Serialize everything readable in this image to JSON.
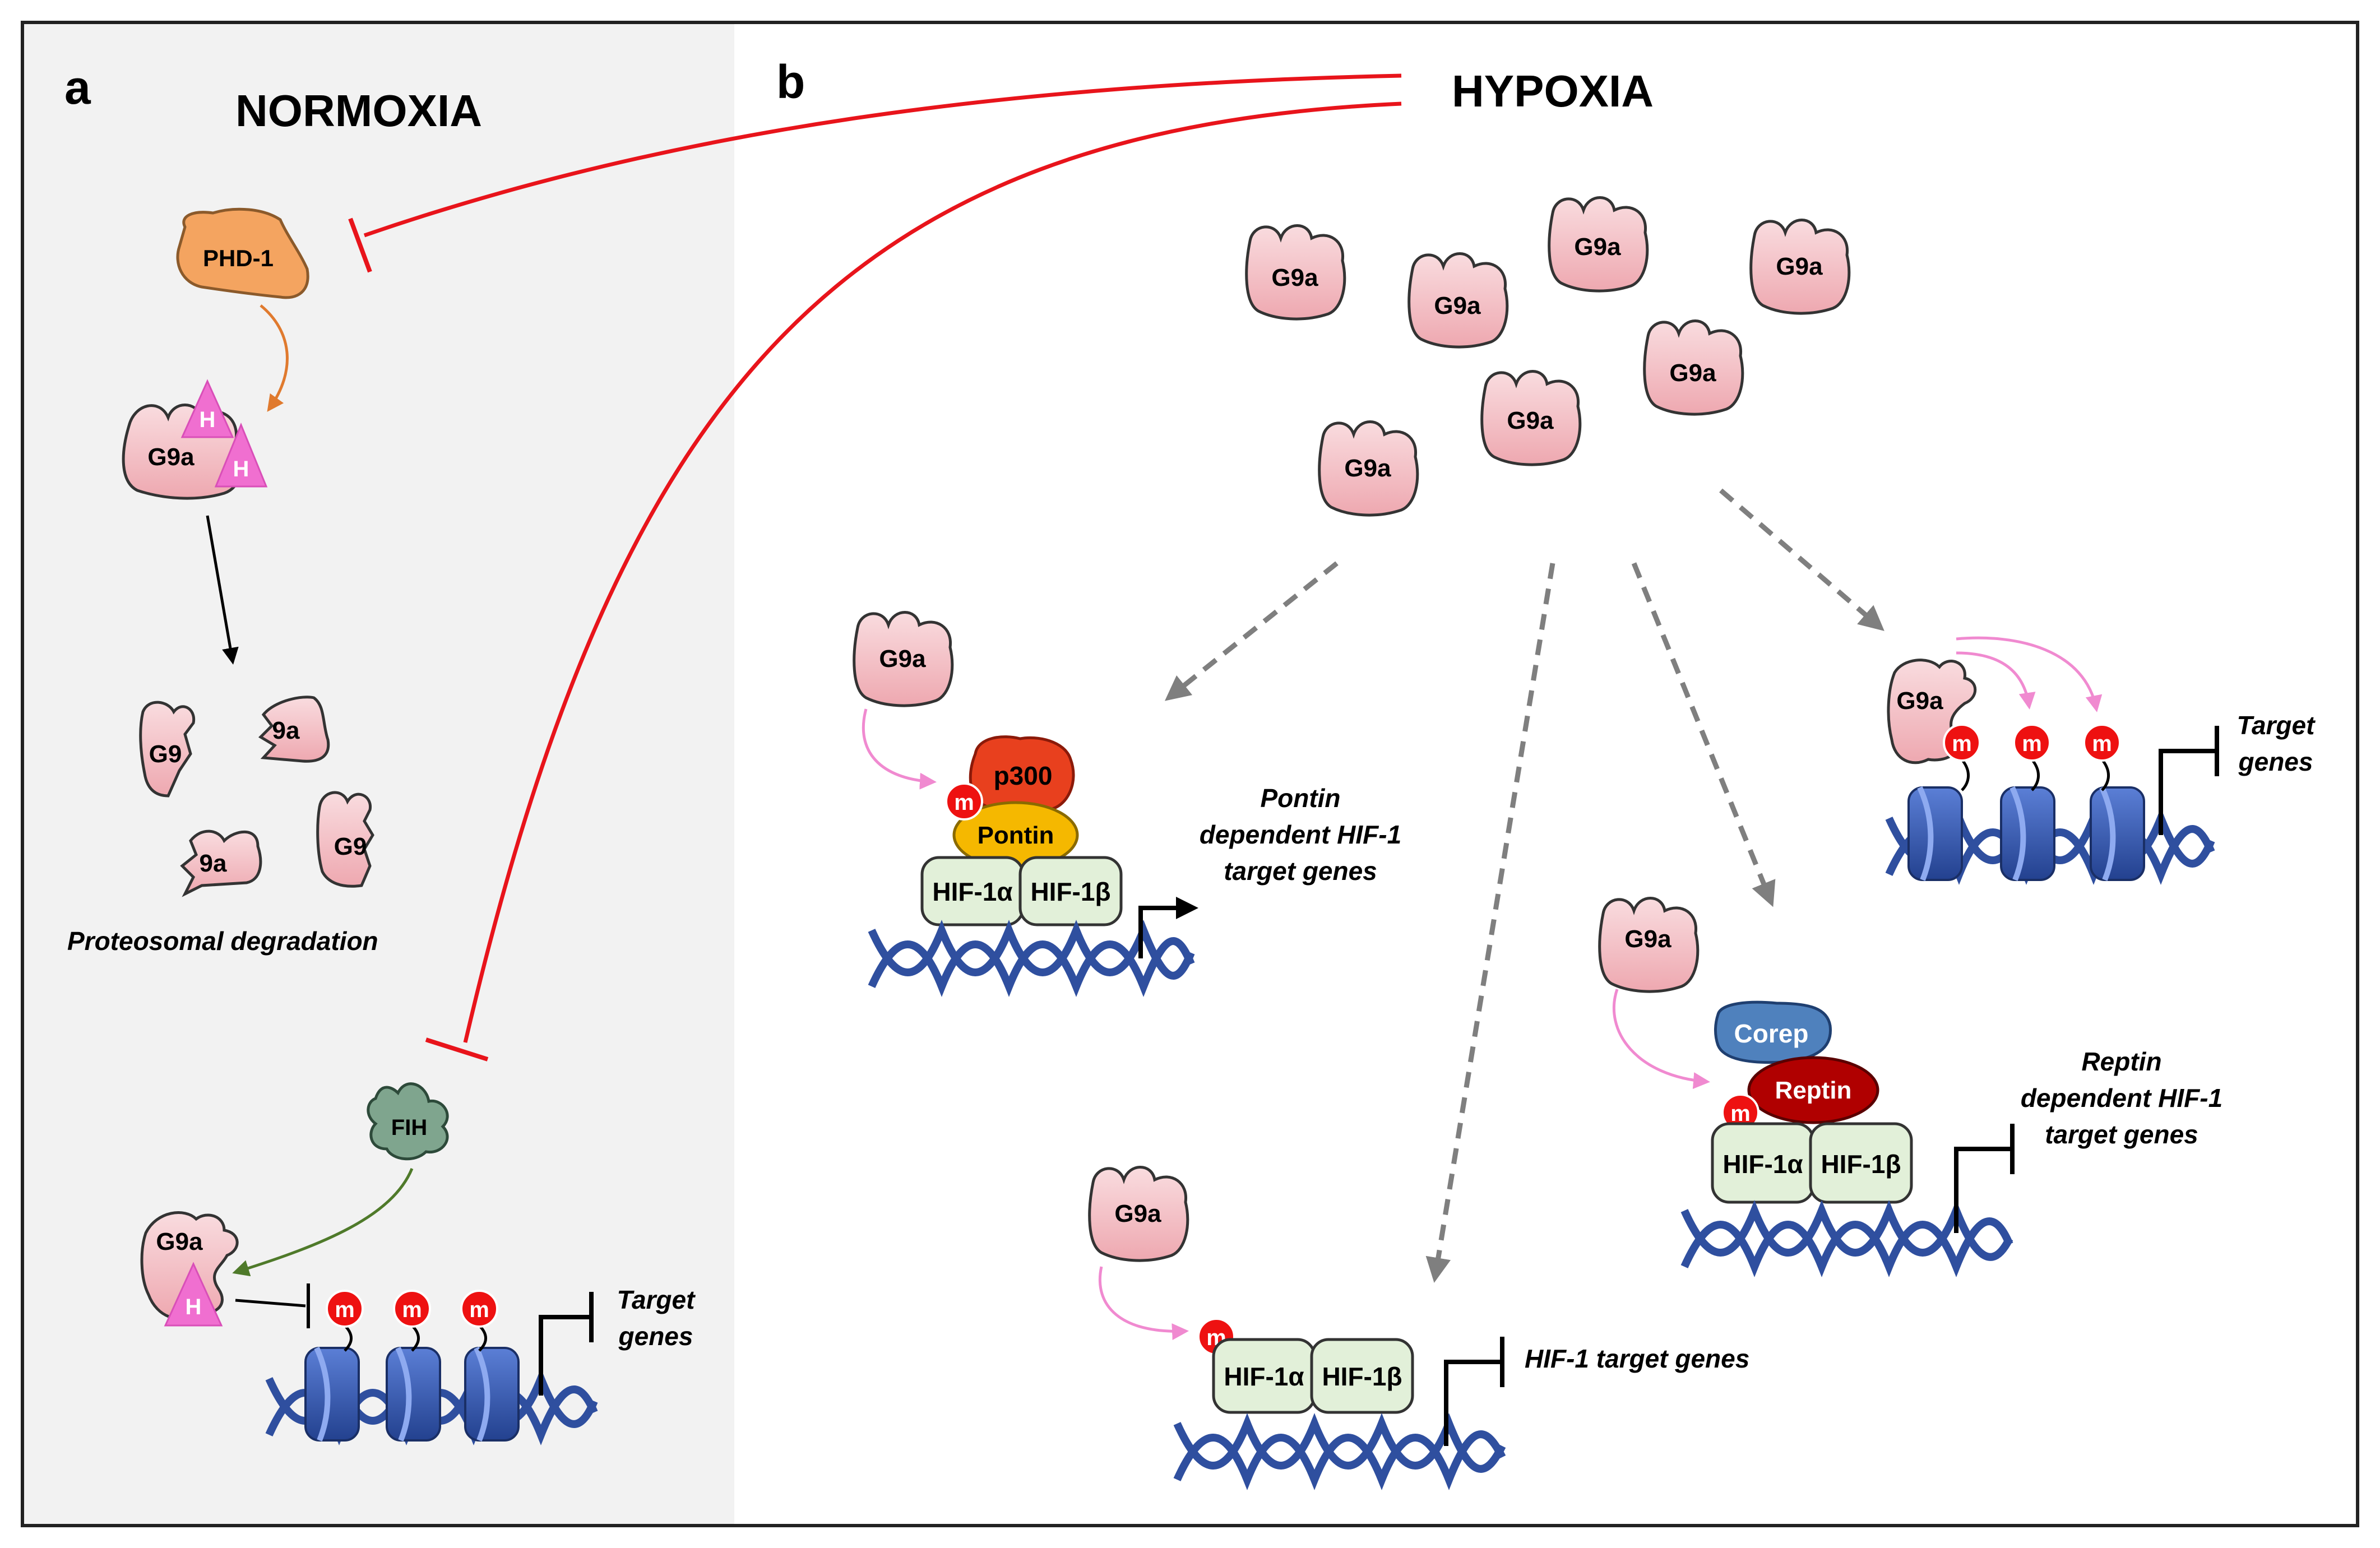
{
  "panel_a": {
    "letter": "a",
    "title": "NORMOXIA",
    "phd1_label": "PHD-1",
    "g9a_label": "G9a",
    "hydroxyl_label": "H",
    "fragment_labels": [
      "G9",
      "9a",
      "9a",
      "G9"
    ],
    "degradation_label": "Proteosomal degradation",
    "fih_label": "FIH",
    "methyl_label": "m",
    "target_line1": "Target",
    "target_line2": "genes"
  },
  "panel_b": {
    "letter": "b",
    "title": "HYPOXIA",
    "g9a_label": "G9a",
    "methyl_label": "m",
    "p300_label": "p300",
    "pontin_label": "Pontin",
    "hif1a_label": "HIF-1α",
    "hif1b_label": "HIF-1β",
    "pontin_target_line1": "Pontin",
    "pontin_target_line2": "dependent HIF-1",
    "pontin_target_line3": "target genes",
    "corep_label": "Corep",
    "reptin_label": "Reptin",
    "reptin_target_line1": "Reptin",
    "reptin_target_line2": "dependent HIF-1",
    "reptin_target_line3": "target genes",
    "hif_target_label": "HIF-1 target genes",
    "target_line1": "Target",
    "target_line2": "genes"
  },
  "colors": {
    "panel_a_bg": "#f2f2f2",
    "inhibition_red": "#e8141b",
    "g9a_pink": "#f4c4c8",
    "phd1_orange": "#f4a460",
    "fih_green": "#7fa58e",
    "hif_green": "#e2f0d9",
    "dna_blue": "#2f4f9f",
    "methyl_red": "#ee1111",
    "p300_red": "#e8401e",
    "pontin_yellow": "#f5b800",
    "corep_blue": "#4f81bd",
    "reptin_darkred": "#b00000",
    "hydroxyl_pink": "#f06fd0",
    "arrow_pink": "#f08ad0",
    "arrow_gray": "#7f7f7f"
  }
}
